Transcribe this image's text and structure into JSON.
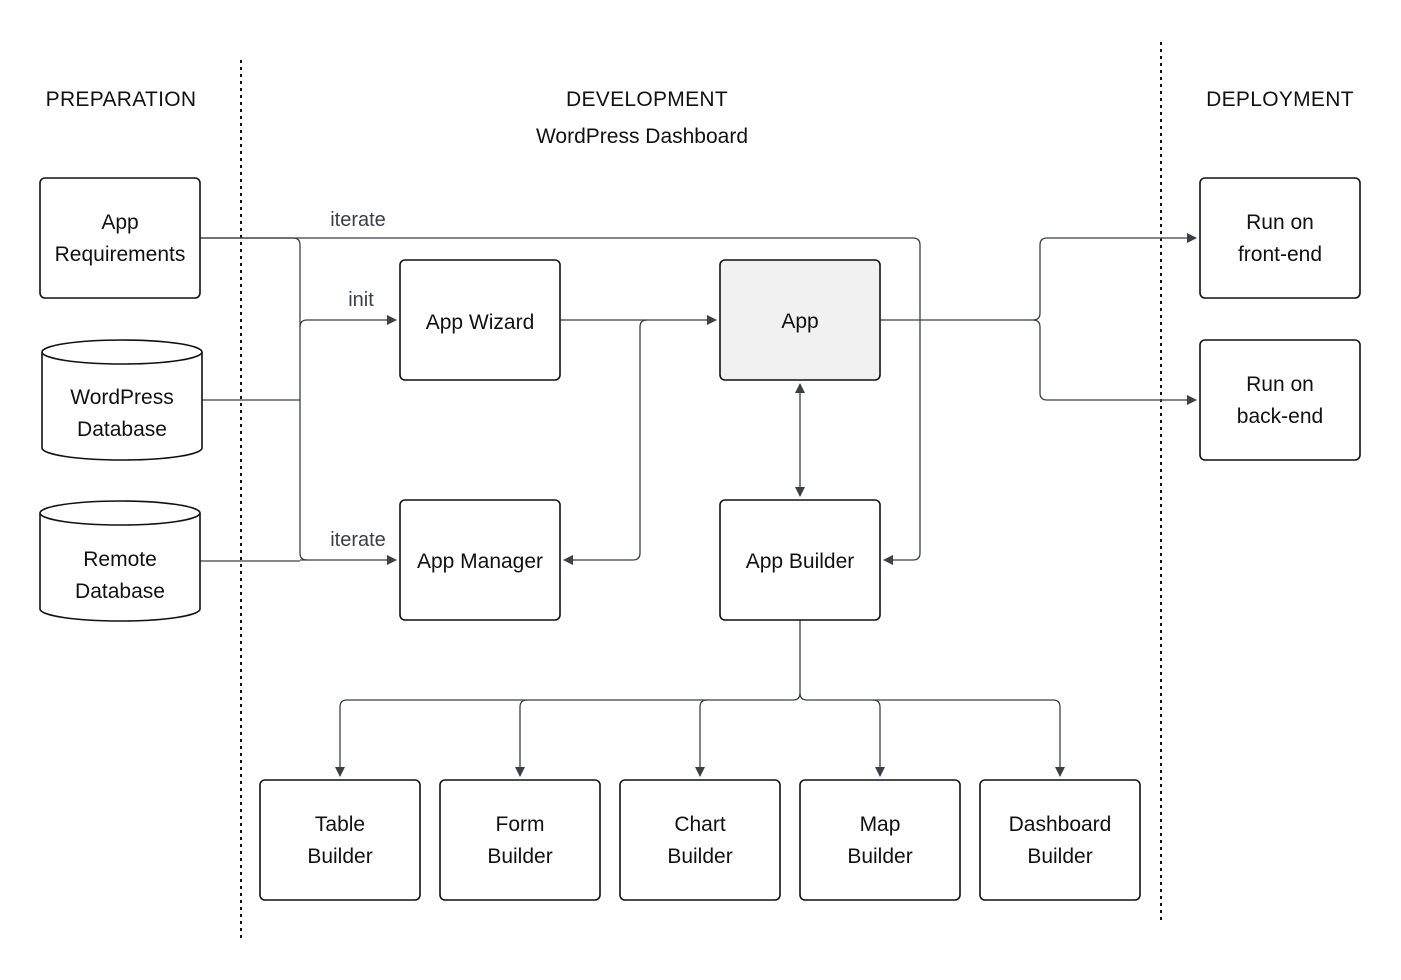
{
  "sections": {
    "preparation": "PREPARATION",
    "development": "DEVELOPMENT",
    "development_sub": "WordPress Dashboard",
    "deployment": "DEPLOYMENT"
  },
  "nodes": {
    "app_requirements": [
      "App",
      "Requirements"
    ],
    "wordpress_database": [
      "WordPress",
      "Database"
    ],
    "remote_database": [
      "Remote",
      "Database"
    ],
    "app_wizard": [
      "App Wizard"
    ],
    "app_manager": [
      "App Manager"
    ],
    "app": [
      "App"
    ],
    "app_builder": [
      "App Builder"
    ],
    "run_frontend": [
      "Run on",
      "front-end"
    ],
    "run_backend": [
      "Run on",
      "back-end"
    ],
    "table_builder": [
      "Table",
      "Builder"
    ],
    "form_builder": [
      "Form",
      "Builder"
    ],
    "chart_builder": [
      "Chart",
      "Builder"
    ],
    "map_builder": [
      "Map",
      "Builder"
    ],
    "dashboard_builder": [
      "Dashboard",
      "Builder"
    ]
  },
  "edge_labels": {
    "iterate_top": "iterate",
    "init": "init",
    "iterate_manager": "iterate"
  },
  "colors": {
    "stroke": "#111111",
    "edge": "#3a3f47",
    "app_fill": "#f1f1f2"
  }
}
